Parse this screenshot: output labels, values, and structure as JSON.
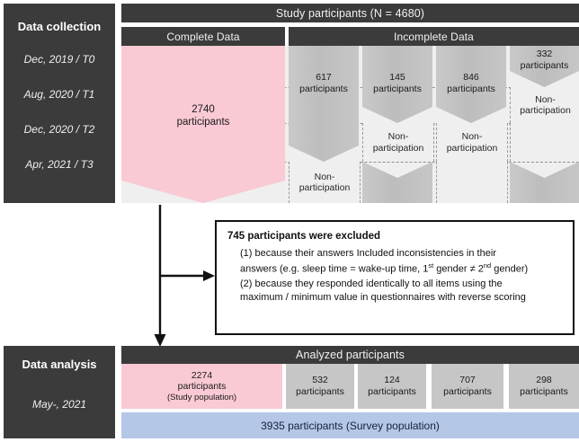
{
  "sidebar": {
    "collection": {
      "title": "Data collection",
      "timepoints": [
        "Dec, 2019 / T0",
        "Aug, 2020 / T1",
        "Dec, 2020 / T2",
        "Apr, 2021 / T3"
      ]
    },
    "analysis": {
      "title": "Data analysis",
      "timepoints": [
        "May-, 2021"
      ]
    }
  },
  "header": {
    "banner": "Study participants (N = 4680)",
    "complete": "Complete Data",
    "incomplete": "Incomplete Data",
    "analyzed": "Analyzed participants"
  },
  "matrix": {
    "complete": {
      "count": "2740",
      "unit": "participants"
    },
    "nonparticipation_label": "Non-\nparticipation",
    "columns": [
      {
        "count": "617",
        "unit": "participants",
        "nonparticipation_rows": [
          3
        ]
      },
      {
        "count": "145",
        "unit": "participants",
        "nonparticipation_rows": [
          2
        ]
      },
      {
        "count": "846",
        "unit": "participants",
        "nonparticipation_rows": [
          2,
          3
        ]
      },
      {
        "count": "332",
        "unit": "participants",
        "nonparticipation_rows": [
          1,
          2
        ]
      }
    ]
  },
  "exclusion": {
    "title": "745 participants were excluded",
    "line1": "(1) because their answers Included inconsistencies in their",
    "line2_a": "answers (e.g. sleep time = wake-up time, 1",
    "line2_sup1": "st",
    "line2_b": " gender ≠ 2",
    "line2_sup2": "nd",
    "line2_c": " gender)",
    "line3": "(2) because they responded identically to all items using the",
    "line4": "maximum / minimum value in questionnaires with reverse scoring"
  },
  "analysis": {
    "main": {
      "count": "2274",
      "unit": "participants",
      "sub": "(Study population)"
    },
    "groups": [
      {
        "count": "532",
        "unit": "participants"
      },
      {
        "count": "124",
        "unit": "participants"
      },
      {
        "count": "707",
        "unit": "participants"
      },
      {
        "count": "298",
        "unit": "participants"
      }
    ],
    "survey_bar": "3935 participants (Survey population)"
  },
  "colors": {
    "dark_panel": "#3b3b3b",
    "pink": "#f9c9d4",
    "grey_flow": "#c3c3c3",
    "light_bg": "#efefef",
    "blue_bar": "#b5c7e7"
  }
}
